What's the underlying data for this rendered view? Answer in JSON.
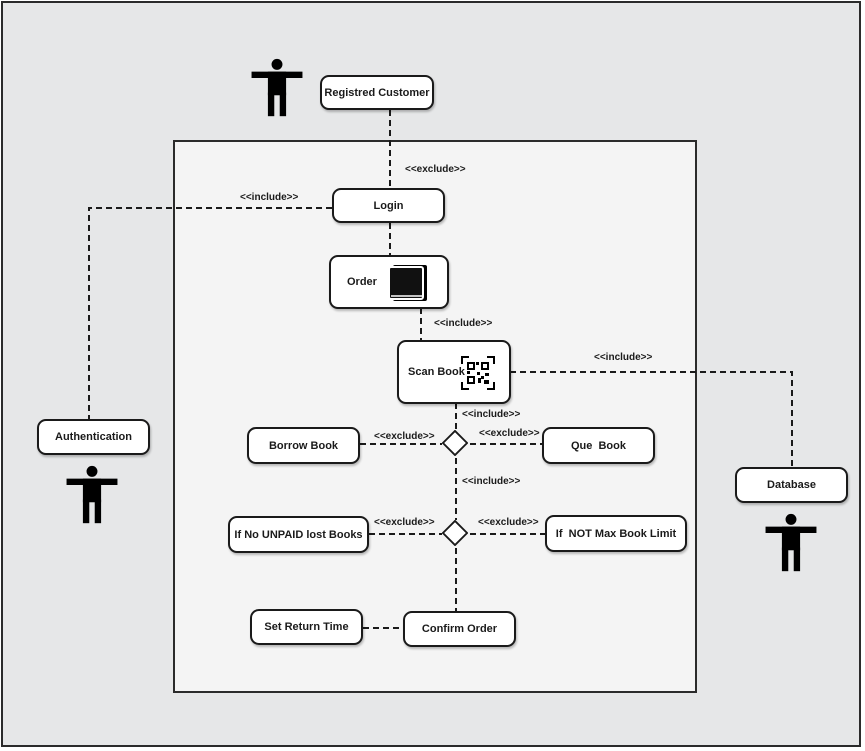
{
  "diagram": {
    "actors": [
      {
        "id": "customer",
        "icon": "person-icon"
      },
      {
        "id": "auth",
        "icon": "person-icon"
      },
      {
        "id": "database",
        "icon": "person-icon"
      }
    ],
    "nodes": {
      "registered_customer": "Registred Customer",
      "login": "Login",
      "order": "Order",
      "scan_book": "Scan Book",
      "authentication": "Authentication",
      "database": "Database",
      "borrow_book": "Borrow Book",
      "que_book": "Que  Book",
      "no_unpaid": "If No UNPAID lost Books",
      "not_max": "If  NOT Max Book Limit",
      "set_return": "Set Return Time",
      "confirm_order": "Confirm Order"
    },
    "labels": {
      "customer_login": "<<exclude>>",
      "login_auth": "<<include>>",
      "order_scan": "<<include>>",
      "scan_database": "<<include>>",
      "scan_decision": "<<include>>",
      "borrow_decision": "<<exclude>>",
      "que_decision": "<<exclude>>",
      "decision_decision": "<<include>>",
      "unpaid_decision": "<<exclude>>",
      "maxlimit_decision": "<<exclude>>"
    },
    "icons": {
      "order": "book-icon",
      "scan_book": "qr-code-icon",
      "decision": "diamond-icon"
    }
  }
}
